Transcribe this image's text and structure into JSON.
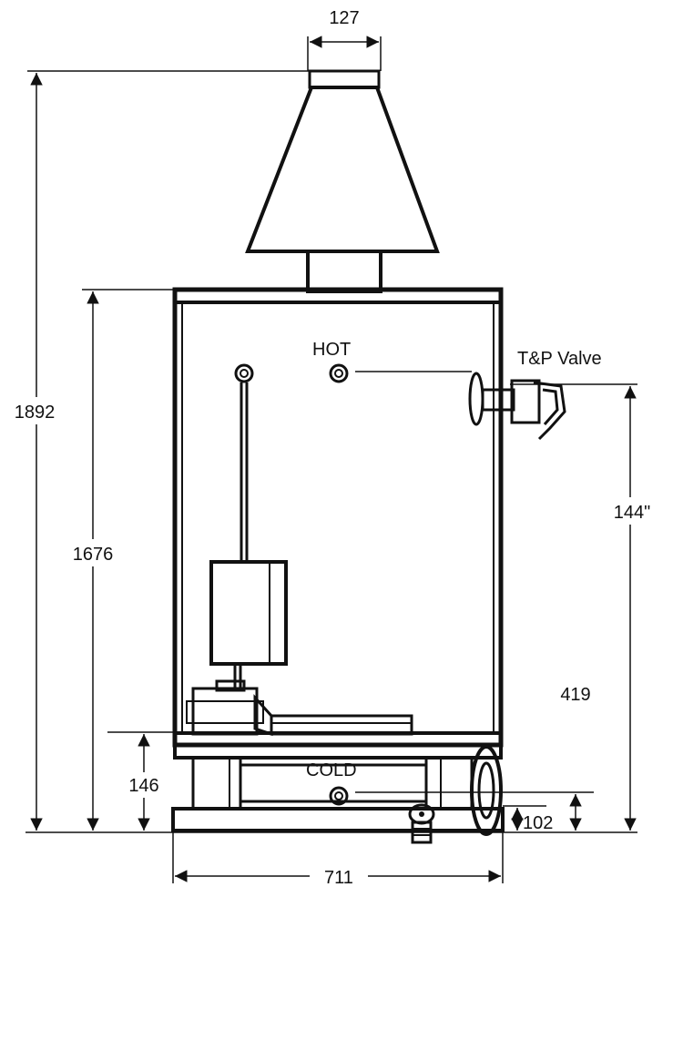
{
  "labels": {
    "hot": "HOT",
    "cold": "COLD",
    "tp_valve": "T&P Valve"
  },
  "dimensions": {
    "flue_width": "127",
    "overall_height": "1892",
    "cabinet_height": "1676",
    "tp_valve_height": "144\"",
    "cold_inlet_height": "419",
    "burner_height": "146",
    "base_height": "102",
    "base_width": "711"
  },
  "colors": {
    "ink": "#111111",
    "background": "#ffffff"
  }
}
